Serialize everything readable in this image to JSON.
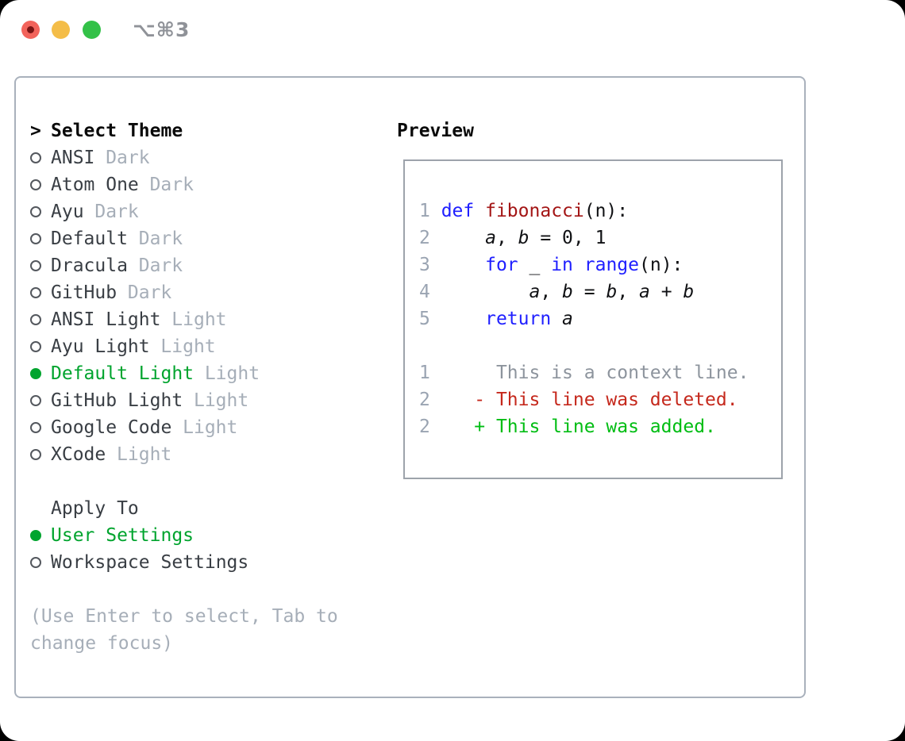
{
  "window": {
    "shortcut_label": "⌥⌘3"
  },
  "theme_picker": {
    "prompt": ">",
    "title": "Select Theme",
    "themes": [
      {
        "name": "ANSI",
        "variant": "Dark",
        "selected": false
      },
      {
        "name": "Atom One",
        "variant": "Dark",
        "selected": false
      },
      {
        "name": "Ayu",
        "variant": "Dark",
        "selected": false
      },
      {
        "name": "Default",
        "variant": "Dark",
        "selected": false
      },
      {
        "name": "Dracula",
        "variant": "Dark",
        "selected": false
      },
      {
        "name": "GitHub",
        "variant": "Dark",
        "selected": false
      },
      {
        "name": "ANSI Light",
        "variant": "Light",
        "selected": false
      },
      {
        "name": "Ayu Light",
        "variant": "Light",
        "selected": false
      },
      {
        "name": "Default Light",
        "variant": "Light",
        "selected": true
      },
      {
        "name": "GitHub Light",
        "variant": "Light",
        "selected": false
      },
      {
        "name": "Google Code",
        "variant": "Light",
        "selected": false
      },
      {
        "name": "XCode",
        "variant": "Light",
        "selected": false
      }
    ],
    "apply_to": {
      "title": "Apply To",
      "options": [
        {
          "label": "User Settings",
          "selected": true
        },
        {
          "label": "Workspace Settings",
          "selected": false
        }
      ]
    },
    "help_text": "(Use Enter to select, Tab to change focus)"
  },
  "preview": {
    "title": "Preview",
    "lines": [
      {
        "num": "1",
        "segments": [
          {
            "t": "def",
            "c": "kw"
          },
          {
            "t": " ",
            "c": "pl"
          },
          {
            "t": "fibonacci",
            "c": "fn"
          },
          {
            "t": "(n):",
            "c": "pl"
          }
        ]
      },
      {
        "num": "2",
        "segments": [
          {
            "t": "    ",
            "c": "pl"
          },
          {
            "t": "a",
            "c": "var"
          },
          {
            "t": ", ",
            "c": "pl"
          },
          {
            "t": "b",
            "c": "var"
          },
          {
            "t": " = 0, 1",
            "c": "pl"
          }
        ]
      },
      {
        "num": "3",
        "segments": [
          {
            "t": "    ",
            "c": "pl"
          },
          {
            "t": "for",
            "c": "kw"
          },
          {
            "t": " _ ",
            "c": "pl"
          },
          {
            "t": "in",
            "c": "kw"
          },
          {
            "t": " ",
            "c": "pl"
          },
          {
            "t": "range",
            "c": "kw"
          },
          {
            "t": "(n):",
            "c": "pl"
          }
        ]
      },
      {
        "num": "4",
        "segments": [
          {
            "t": "        ",
            "c": "pl"
          },
          {
            "t": "a",
            "c": "var"
          },
          {
            "t": ", ",
            "c": "pl"
          },
          {
            "t": "b",
            "c": "var"
          },
          {
            "t": " = ",
            "c": "pl"
          },
          {
            "t": "b",
            "c": "var"
          },
          {
            "t": ", ",
            "c": "pl"
          },
          {
            "t": "a",
            "c": "var"
          },
          {
            "t": " + ",
            "c": "pl"
          },
          {
            "t": "b",
            "c": "var"
          }
        ]
      },
      {
        "num": "5",
        "segments": [
          {
            "t": "    ",
            "c": "pl"
          },
          {
            "t": "return",
            "c": "kw"
          },
          {
            "t": " ",
            "c": "pl"
          },
          {
            "t": "a",
            "c": "var"
          }
        ]
      },
      {
        "num": "",
        "segments": []
      },
      {
        "num": "1",
        "segments": [
          {
            "t": "     This is a context line.",
            "c": "ctx"
          }
        ]
      },
      {
        "num": "2",
        "segments": [
          {
            "t": "   - This line was deleted.",
            "c": "del"
          }
        ]
      },
      {
        "num": "2",
        "segments": [
          {
            "t": "   + This line was added.",
            "c": "add"
          }
        ]
      }
    ]
  },
  "colors": {
    "accent_green": "#00a42e",
    "keyword_blue": "#1f1fff",
    "function_red": "#a31515",
    "deleted_red": "#c5281c",
    "added_green": "#00bd13",
    "context_gray": "#8d949d",
    "muted_gray": "#a6aeb8",
    "line_number_gray": "#9aa4b2",
    "close_red": "#f2635b",
    "minimize_yellow": "#f4bd48",
    "zoom_green": "#33c148"
  }
}
